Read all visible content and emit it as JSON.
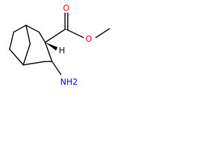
{
  "structure": {
    "atoms": {
      "carbonyl_oxygen": "O",
      "ester_oxygen": "O",
      "amine": "NH2",
      "hydrogen": "H"
    },
    "colors": {
      "bond": "#000000",
      "oxygen": "#ff0000",
      "nitrogen": "#0000ff",
      "carbon": "#000000"
    }
  }
}
